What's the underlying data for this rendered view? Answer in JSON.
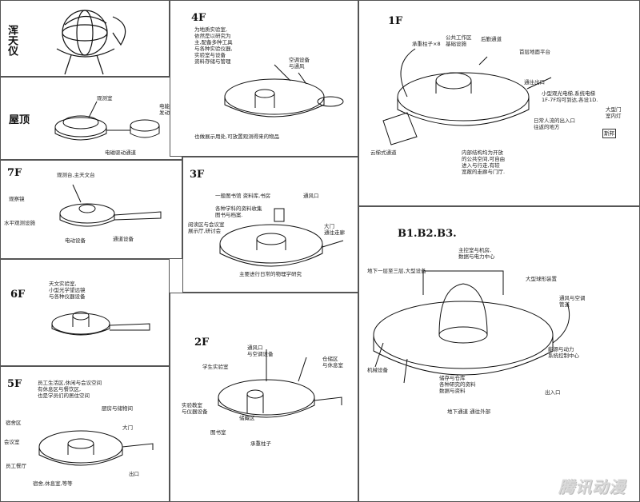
{
  "panels": {
    "instrument": {
      "label": "浑天仪"
    },
    "roof": {
      "label": "屋顶",
      "note_observatory": "观测室",
      "note_power": "电能\n发动机",
      "note_corridor": "电磁驱动通道"
    },
    "floor4": {
      "label": "4F",
      "note_main": "为地质实验室,\n依然是以研究为\n主,配备多种工具\n与各种实验仪器,\n实验室与设备\n资料存储与管理",
      "note_side": "空调设备\n与通风",
      "note_bottom": "也做展示用处,可放置观测得来的物品"
    },
    "floor1": {
      "label": "1F",
      "note_a": "承重柱子×8",
      "note_b": "公共工作区\n基础设施",
      "note_c": "后勤通道",
      "note_d": "首层地面平台",
      "note_e": "通往出口",
      "note_f": "小型观光电梯,系统电梯\n1F-7F均可到达,各设1D.",
      "note_g": "日常人流的出入口\n往返的地方",
      "note_h": "云梯式通道",
      "note_i": "内部结构均为开放\n的公共空间,可自由\n进入与行走,有较\n宽敞的走廊与门厅.",
      "note_j": "大型门\n室内灯",
      "note_stamp": "斯邦"
    },
    "floor7": {
      "label": "7F",
      "note_a": "观测台,主天文台",
      "note_b": "观察镜",
      "note_c": "水平观测设施",
      "note_d": "电动设备",
      "note_e": "通道设备"
    },
    "floor3": {
      "label": "3F",
      "note_a": "一般图书馆 资料库,书房",
      "note_b": "各种学科的资料收集\n图书与档案.",
      "note_c": "阅读区与会议室\n展示厅,研讨会",
      "note_d": "通风口",
      "note_e": "大门\n通往走廊",
      "note_bottom": "主要进行日常的物理学研究"
    },
    "floor6": {
      "label": "6F",
      "note_a": "天文实验室,\n小型光学望远镜\n与各种仪器设备"
    },
    "floor5": {
      "label": "5F",
      "note_a": "员工生活区,休闲与会议空间\n有休息区与餐饮区,\n也是学员们的居住空间",
      "note_b": "厨房与储物间",
      "note_c": "宿舍区",
      "note_d": "会议室",
      "note_e": "员工餐厅",
      "note_f": "大门",
      "note_g": "出口",
      "note_bottom": "宿舍,休息室,等等"
    },
    "floor2": {
      "label": "2F",
      "note_a": "学生实验室",
      "note_b": "实验教室\n与仪器设备",
      "note_c": "图书室",
      "note_d": "储藏区",
      "note_e": "仓储区\n与休息室",
      "note_f": "承重柱子",
      "note_g": "通风口\n与空调设备"
    },
    "basement": {
      "label": "B1.B2.B3.",
      "note_a": "地下一层至三层,大型设备",
      "note_b": "主控室与机房,\n数据与电力中心",
      "note_c": "大型球形装置",
      "note_d": "通风与空调\n管道",
      "note_e": "机械设备",
      "note_f": "能源与动力\n系统控制中心",
      "note_g": "储存与仓库\n各种研究的资料\n数据与资料",
      "note_h": "地下通道 通往外部",
      "note_i": "出入口"
    }
  },
  "watermark": "腾讯动漫"
}
